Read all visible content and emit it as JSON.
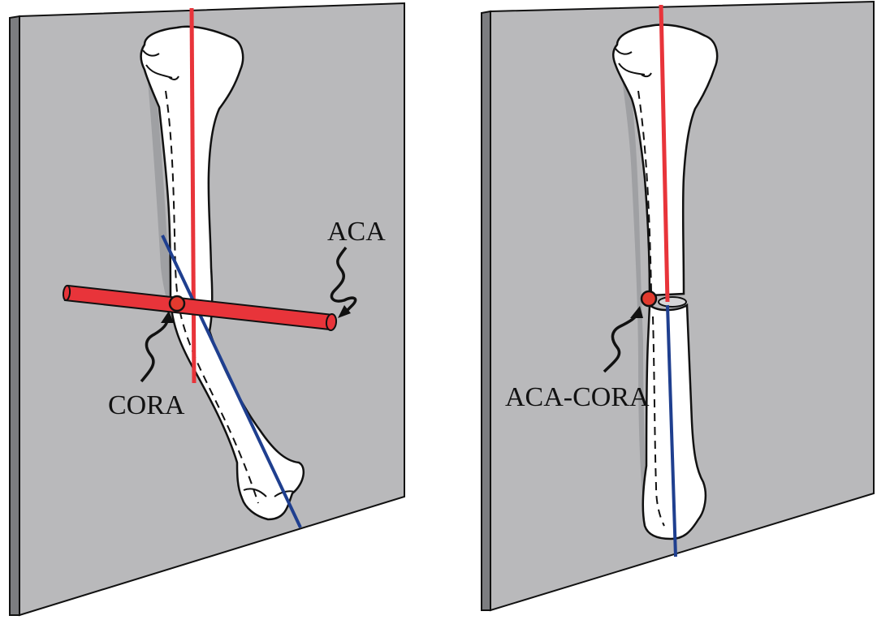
{
  "left_panel": {
    "label_aca": "ACA",
    "label_cora": "CORA"
  },
  "right_panel": {
    "label_aca_cora": "ACA-CORA"
  },
  "colors": {
    "panel": "#b9b9bb",
    "panel_edge": "#55565a",
    "bone": "#ffffff",
    "outline": "#111111",
    "red_axis": "#e8343a",
    "blue_axis": "#1f3f8f",
    "cora_marker": "#e23a2e"
  }
}
